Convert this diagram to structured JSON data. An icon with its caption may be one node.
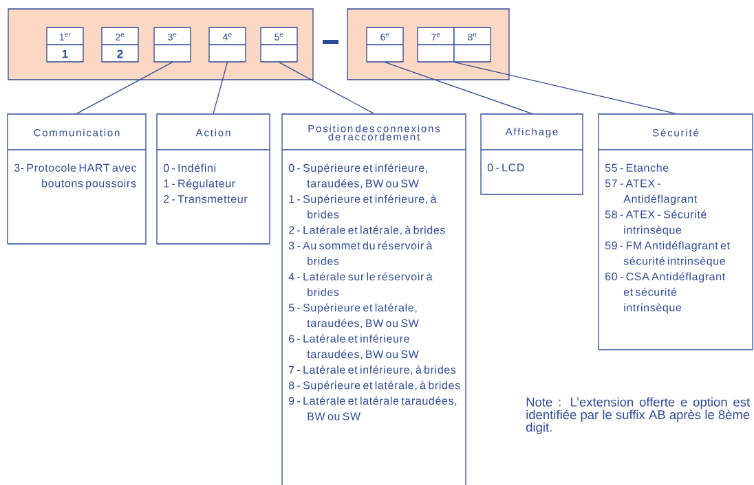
{
  "diagram": {
    "nodes": [
      {
        "text": [],
        "shape": "box"
      },
      {
        "text": [],
        "shape": "box"
      },
      {
        "text": [
          "1$^{er}$",
          "**1**"
        ],
        "in": 0
      },
      {
        "text": [
          "2$^{e}$",
          "**2**"
        ],
        "in": 0
      },
      {
        "text": [
          "3$^{e}$"
        ],
        "in": 0
      },
      {
        "text": [
          "4$^{e}$"
        ],
        "in": 0
      },
      {
        "text": [
          "5$^{e}$"
        ],
        "in": 0
      },
      {
        "text": [
          "6$^{e}$"
        ],
        "in": 1
      },
      {
        "text": [
          "7$^{e}$"
        ],
        "in": 1
      },
      {
        "text": [
          "8$^{e}$"
        ],
        "in": 1
      },
      {
        "text": [
          "Communication",
          "3- Protocole HART avec boutons poussoirs"
        ]
      },
      {
        "text": [
          "Action",
          "0 - Indéfini",
          "1 - Régulateur",
          "2 - Transmetteur"
        ]
      },
      {
        "text": [
          "Position des connexions de raccordement",
          "0 - Supérieure et inférieure, taraudées, BW ou SW",
          "1 - Supérieure et inférieure, à brides",
          "2 - Latérale et latérale, à brides",
          "3 - Au sommet du réservoir à brides",
          "4 - Latérale sur le réservoir à brides",
          "5 - Supérieure et latérale, taraudées, BW ou SW",
          "6 - Latérale et inférieure taraudées, BW ou SW",
          "7 - Latérale et inférieure, à brides",
          "8 - Supérieure et latérale, à brides",
          "9 - Latérale et latérale taraudées, BW ou SW"
        ]
      },
      {
        "text": [
          "Affichage",
          "0 - LCD"
        ]
      },
      {
        "text": [
          "Sécurité",
          "55 - Etanche",
          "57 - ATEX - Antidéflagrant",
          "58 - ATEX - Sécurité intrinsèque",
          "59 - FM Antidéflagrant et sécurité intrinsèque",
          "60 - CSA Antidéflagrant et sécurité intrinsèque"
        ]
      }
    ],
    "edges": [
      {
        "from": 4,
        "to": 10,
        "arrow": "none"
      },
      {
        "from": 5,
        "to": 11,
        "arrow": "none"
      },
      {
        "from": 6,
        "to": 12,
        "arrow": "none"
      },
      {
        "from": 7,
        "to": 13,
        "arrow": "none"
      },
      {
        "from": 8,
        "to": 14,
        "arrow": "none"
      },
      {
        "from": 9,
        "to": 14,
        "arrow": "none"
      }
    ],
    "labels": [
      "Note : L’extension offerte e option est identifiée par le suffix AB après le 8ème digit."
    ]
  }
}
